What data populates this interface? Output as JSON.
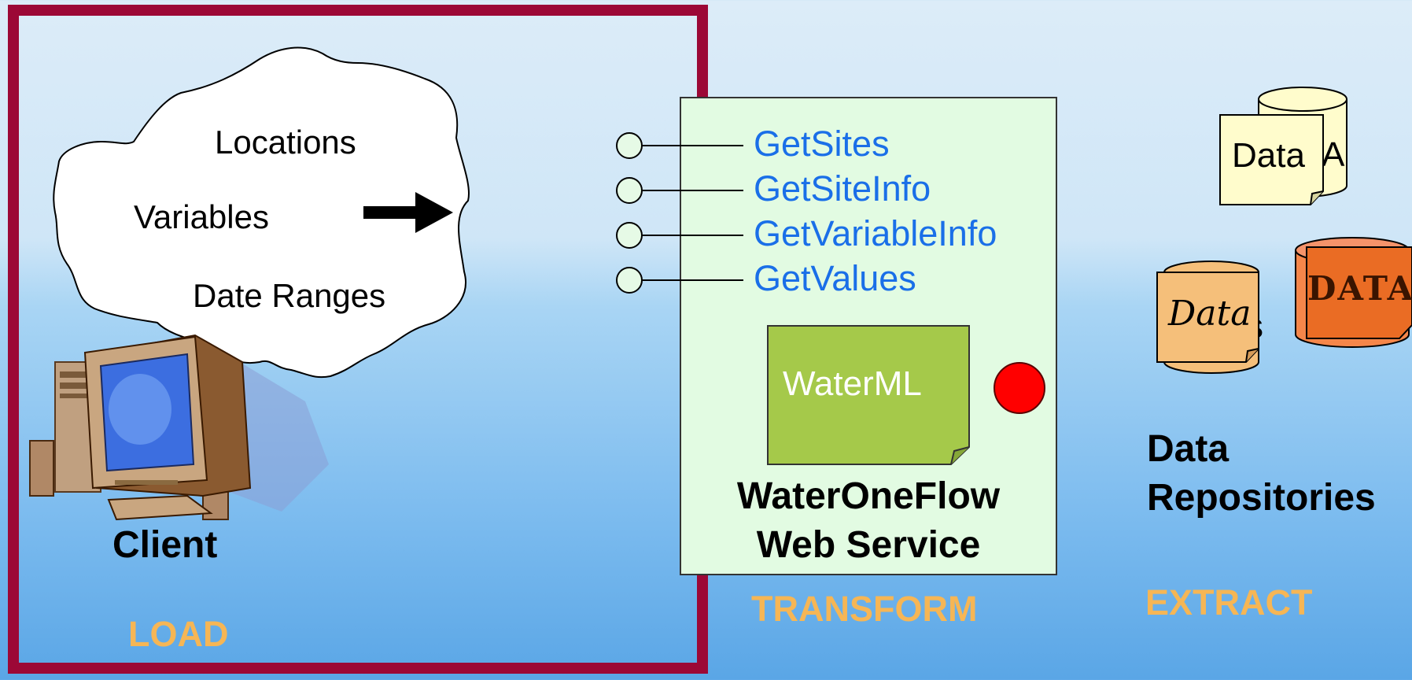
{
  "client": {
    "cloud_items": [
      "Locations",
      "Variables",
      "Date Ranges"
    ],
    "label": "Client"
  },
  "web_service": {
    "methods": [
      "GetSites",
      "GetSiteInfo",
      "GetVariableInfo",
      "GetValues"
    ],
    "format_label": "WaterML",
    "title_line1": "WaterOneFlow",
    "title_line2": "Web Service"
  },
  "repositories": {
    "db1_label": "Data",
    "db1_back_letter": "A",
    "db2_label": "Data",
    "db2_back_letter": "s",
    "db3_label": "DATA",
    "title_line1": "Data",
    "title_line2": "Repositories"
  },
  "phases": {
    "load": "LOAD",
    "transform": "TRANSFORM",
    "extract": "EXTRACT"
  },
  "colors": {
    "frame": "#9c0836",
    "method_text": "#1a6fe8",
    "phase_text": "#f6b655",
    "panel_bg": "#e2fbe2",
    "watermL_fill": "#a5c94a",
    "status_dot": "#ff0000"
  }
}
